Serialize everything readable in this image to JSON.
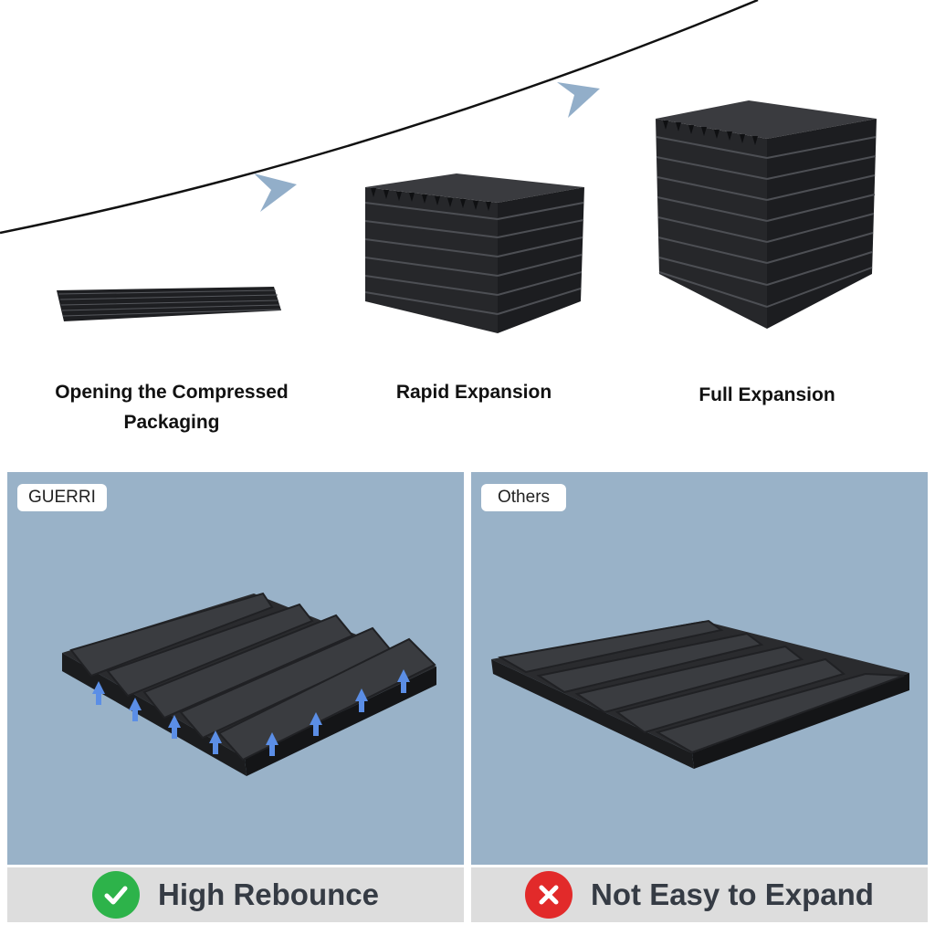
{
  "stages": [
    {
      "label_line1": "Opening the Compressed",
      "label_line2": "Packaging"
    },
    {
      "label_line1": "Rapid Expansion"
    },
    {
      "label_line1": "Full Expansion"
    }
  ],
  "comparison": {
    "left": {
      "tag": "GUERRI",
      "caption": "High Rebounce",
      "badge_icon": "check-icon",
      "badge_color": "#2db34a"
    },
    "right": {
      "tag": "Others",
      "caption": "Not Easy to Expand",
      "badge_icon": "cross-icon",
      "badge_color": "#e22a2a"
    }
  },
  "colors": {
    "panel_bg": "#99b2c8",
    "footer_bg": "#dddddd",
    "arrow": "#5b8ee6",
    "foam": "#2c2d30"
  }
}
